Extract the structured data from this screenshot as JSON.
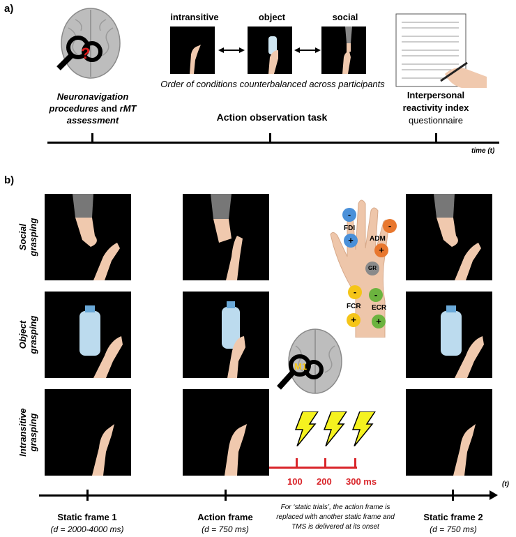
{
  "panel_a": {
    "label": "a)",
    "conditions": [
      "intransitive",
      "object",
      "social"
    ],
    "neuronav": {
      "line1_bi": "Neuronavigation",
      "line2_bi": "procedures",
      "line2_b": " and ",
      "line2_bi2": "rMT",
      "line3_bi": "assessment"
    },
    "counterbalance_text": "Order of conditions counterbalanced across participants",
    "task_title": "Action observation task",
    "iri": {
      "line1": "Interpersonal",
      "line2": "reactivity index",
      "line3": "questionnaire"
    },
    "timeline_label": "time (t)"
  },
  "panel_b": {
    "label": "b)",
    "rows": [
      {
        "line1": "Social",
        "line2": "grasping"
      },
      {
        "line1": "Object",
        "line2": "grasping"
      },
      {
        "line1": "Intransitive",
        "line2": "grasping"
      }
    ],
    "muscles": {
      "FDI": "FDI",
      "ADM": "ADM",
      "GR": "GR",
      "FCR": "FCR",
      "ECR": "ECR",
      "minus": "-",
      "plus": "+"
    },
    "m1_label": "M1",
    "tms_times": [
      "100",
      "200",
      "300 ms"
    ],
    "timeline_label": "(t)",
    "static1": {
      "title": "Static frame 1",
      "dur": "(d = 2000-4000 ms)"
    },
    "action": {
      "title": "Action frame",
      "dur": "(d = 750 ms)"
    },
    "static2": {
      "title": "Static frame 2",
      "dur": "(d = 750 ms)"
    },
    "note": "For ‘static trials’, the action frame is replaced with another static frame and TMS is delivered at its onset"
  },
  "colors": {
    "blue": "#4a90d9",
    "orange": "#e8772e",
    "yellow": "#f5c518",
    "green": "#6cb33f",
    "grey": "#8a8a8a",
    "red": "#d9252a",
    "bolt": "#f5f21f"
  }
}
